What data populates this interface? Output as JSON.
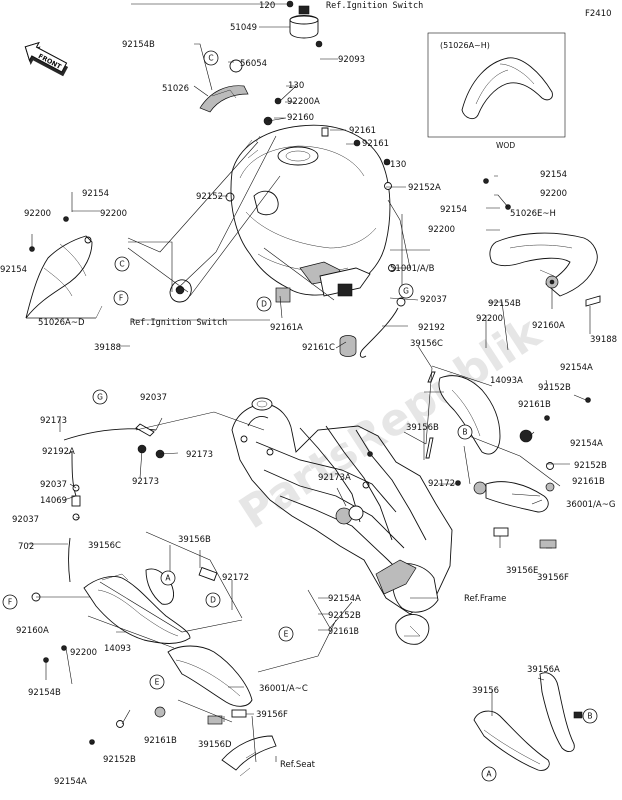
{
  "diagram_code": "F2410",
  "front_badge": "FRONT",
  "watermark": "PartsRepublik",
  "inset": {
    "title": "(51026A~H)",
    "caption": "WOD"
  },
  "labels": [
    "120",
    "Ref.Ignition Switch",
    "51049",
    "92154B",
    "56054",
    "92093",
    "51026",
    "130",
    "92200A",
    "92160",
    "92161",
    "92161",
    "130",
    "92152",
    "92152A",
    "92154",
    "92200",
    "92200",
    "92200",
    "92154",
    "92154",
    "92200",
    "92154",
    "51026E~H",
    "51001/A/B",
    "92037",
    "92161A",
    "Ref.Ignition Switch",
    "51026A~D",
    "39188",
    "92154B",
    "92200",
    "92160A",
    "39188",
    "92192",
    "92161C",
    "39156C",
    "14093A",
    "92154A",
    "92152B",
    "92161B",
    "92173",
    "92037",
    "92192A",
    "92173",
    "92173",
    "39156B",
    "92154A",
    "92037",
    "92172",
    "92152B",
    "14069",
    "92173A",
    "92161B",
    "92037",
    "36001/A~G",
    "702",
    "39156C",
    "39156B",
    "39156E",
    "39156F",
    "92172",
    "92154A",
    "92152B",
    "Ref.Frame",
    "92161B",
    "92160A",
    "14093",
    "92200",
    "92154B",
    "36001/A~C",
    "39156F",
    "39156A",
    "92152B",
    "92161B",
    "39156D",
    "39156",
    "Ref.Seat",
    "92154A"
  ],
  "callouts": [
    "C",
    "C",
    "F",
    "D",
    "G",
    "G",
    "B",
    "A",
    "D",
    "F",
    "E",
    "E",
    "A",
    "B"
  ]
}
